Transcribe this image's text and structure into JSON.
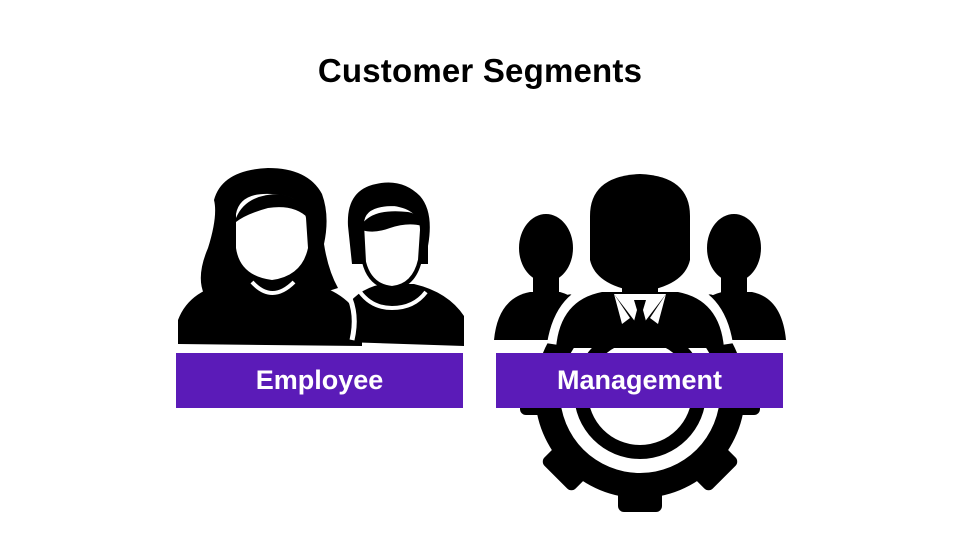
{
  "slide": {
    "title": "Customer Segments"
  },
  "segments": [
    {
      "label": "Employee",
      "icon": "women-group-icon"
    },
    {
      "label": "Management",
      "icon": "business-team-gear-icon"
    }
  ],
  "colors": {
    "label_background": "#5b1bb8",
    "label_text": "#ffffff",
    "icon_fill": "#000000",
    "background": "#ffffff"
  }
}
